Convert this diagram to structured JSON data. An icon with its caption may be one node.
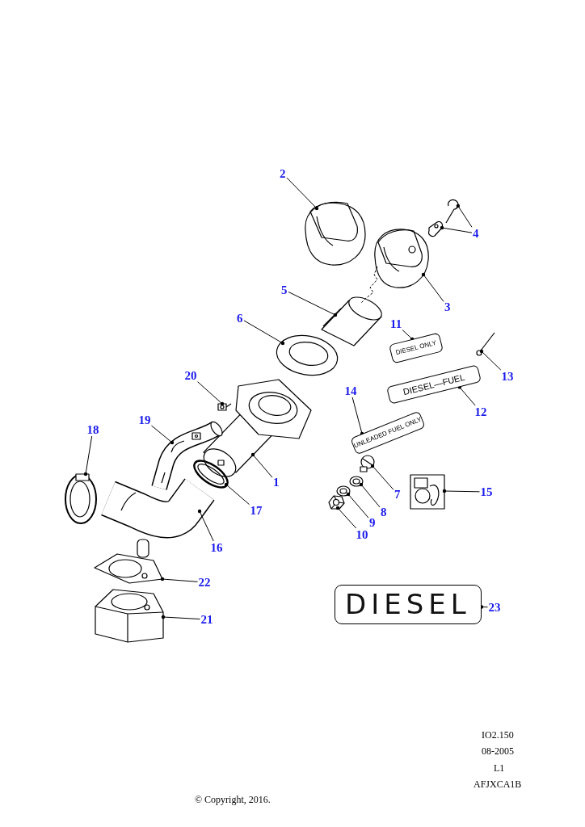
{
  "diagram": {
    "nodes": [
      {
        "text": [
          "1"
        ]
      },
      {
        "text": [
          "2"
        ]
      },
      {
        "text": [
          "3"
        ]
      },
      {
        "text": [
          "4"
        ]
      },
      {
        "text": [
          "5"
        ]
      },
      {
        "text": [
          "6"
        ]
      },
      {
        "text": [
          "7"
        ]
      },
      {
        "text": [
          "8"
        ]
      },
      {
        "text": [
          "9"
        ]
      },
      {
        "text": [
          "10"
        ]
      },
      {
        "text": [
          "11"
        ]
      },
      {
        "text": [
          "12"
        ]
      },
      {
        "text": [
          "13"
        ]
      },
      {
        "text": [
          "14"
        ]
      },
      {
        "text": [
          "15"
        ]
      },
      {
        "text": [
          "16"
        ]
      },
      {
        "text": [
          "17"
        ]
      },
      {
        "text": [
          "18"
        ]
      },
      {
        "text": [
          "19"
        ]
      },
      {
        "text": [
          "20"
        ]
      },
      {
        "text": [
          "21"
        ]
      },
      {
        "text": [
          "22"
        ]
      },
      {
        "text": [
          "23"
        ]
      },
      {
        "text": [],
        "shape": "picture"
      },
      {
        "text": [],
        "shape": "picture"
      },
      {
        "text": [],
        "shape": "picture"
      },
      {
        "text": [],
        "shape": "picture"
      },
      {
        "text": [],
        "shape": "picture"
      },
      {
        "text": [],
        "shape": "picture"
      },
      {
        "text": [],
        "shape": "picture"
      },
      {
        "text": [],
        "shape": "picture"
      },
      {
        "text": [],
        "shape": "picture"
      },
      {
        "text": [],
        "shape": "picture"
      },
      {
        "text": [],
        "shape": "picture"
      },
      {
        "text": [
          "DIESEL ONLY"
        ]
      },
      {
        "text": [
          "DIESEL—FUEL"
        ]
      },
      {
        "text": [],
        "shape": "picture"
      },
      {
        "text": [
          "UNLEADED FUEL ONLY"
        ]
      },
      {
        "text": [],
        "shape": "picture"
      },
      {
        "text": [],
        "shape": "picture"
      },
      {
        "text": [],
        "shape": "picture"
      },
      {
        "text": [],
        "shape": "picture"
      },
      {
        "text": [],
        "shape": "picture"
      },
      {
        "text": [],
        "shape": "picture"
      },
      {
        "text": [],
        "shape": "picture"
      },
      {
        "text": [],
        "shape": "picture"
      },
      {
        "text": [
          "DIESEL"
        ]
      }
    ],
    "edges": [
      {
        "from": 0,
        "to": 23,
        "arrow": "other"
      },
      {
        "from": 1,
        "to": 24,
        "arrow": "other"
      },
      {
        "from": 2,
        "to": 25,
        "arrow": "other"
      },
      {
        "from": 3,
        "to": 26,
        "arrow": "other"
      },
      {
        "from": 3,
        "to": 27,
        "arrow": "other"
      },
      {
        "from": 4,
        "to": 28,
        "arrow": "other"
      },
      {
        "from": 5,
        "to": 29,
        "arrow": "other"
      },
      {
        "from": 6,
        "to": 30,
        "arrow": "other"
      },
      {
        "from": 7,
        "to": 31,
        "arrow": "other"
      },
      {
        "from": 8,
        "to": 32,
        "arrow": "other"
      },
      {
        "from": 9,
        "to": 33,
        "arrow": "other"
      },
      {
        "from": 10,
        "to": 34,
        "arrow": "other"
      },
      {
        "from": 11,
        "to": 35,
        "arrow": "other"
      },
      {
        "from": 12,
        "to": 36,
        "arrow": "other"
      },
      {
        "from": 13,
        "to": 37,
        "arrow": "other"
      },
      {
        "from": 14,
        "to": 38,
        "arrow": "other"
      },
      {
        "from": 15,
        "to": 39,
        "arrow": "other"
      },
      {
        "from": 16,
        "to": 40,
        "arrow": "other"
      },
      {
        "from": 17,
        "to": 41,
        "arrow": "other"
      },
      {
        "from": 18,
        "to": 42,
        "arrow": "other"
      },
      {
        "from": 19,
        "to": 43,
        "arrow": "other"
      },
      {
        "from": 20,
        "to": 44,
        "arrow": "other"
      },
      {
        "from": 21,
        "to": 45,
        "arrow": "other"
      },
      {
        "from": 22,
        "to": 46,
        "arrow": "other"
      },
      {
        "from": 25,
        "to": 28,
        "arrow": "none",
        "style": "dashed"
      }
    ],
    "labels": [
      "IO2.150",
      "08-2005",
      "L1",
      "AFJXCA1B",
      "© Copyright, 2016."
    ]
  }
}
